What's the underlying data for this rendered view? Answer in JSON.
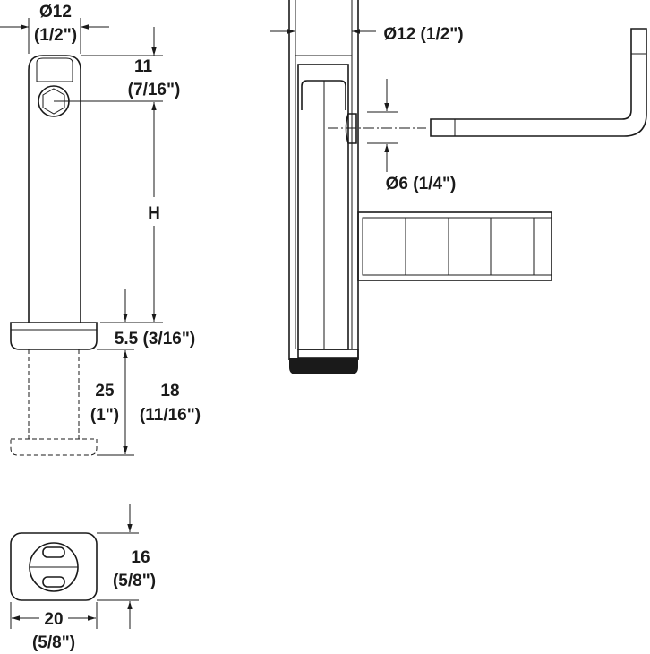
{
  "side_view": {
    "diameter": "Ø12",
    "diameter_in": "(1/2\")",
    "top_offset": "11",
    "top_offset_in": "(7/16\")",
    "height": "H",
    "foot_height": "5.5 (3/16\")",
    "adjust_a": "25",
    "adjust_a_in": "(1\")",
    "adjust_b": "18",
    "adjust_b_in": "(11/16\")"
  },
  "bottom_view": {
    "depth": "16",
    "depth_in": "(5/8\")",
    "width": "20",
    "width_in": "(5/8\")"
  },
  "assembly_view": {
    "tube_diameter": "Ø12 (1/2\")",
    "key_diameter": "Ø6 (1/4\")"
  }
}
